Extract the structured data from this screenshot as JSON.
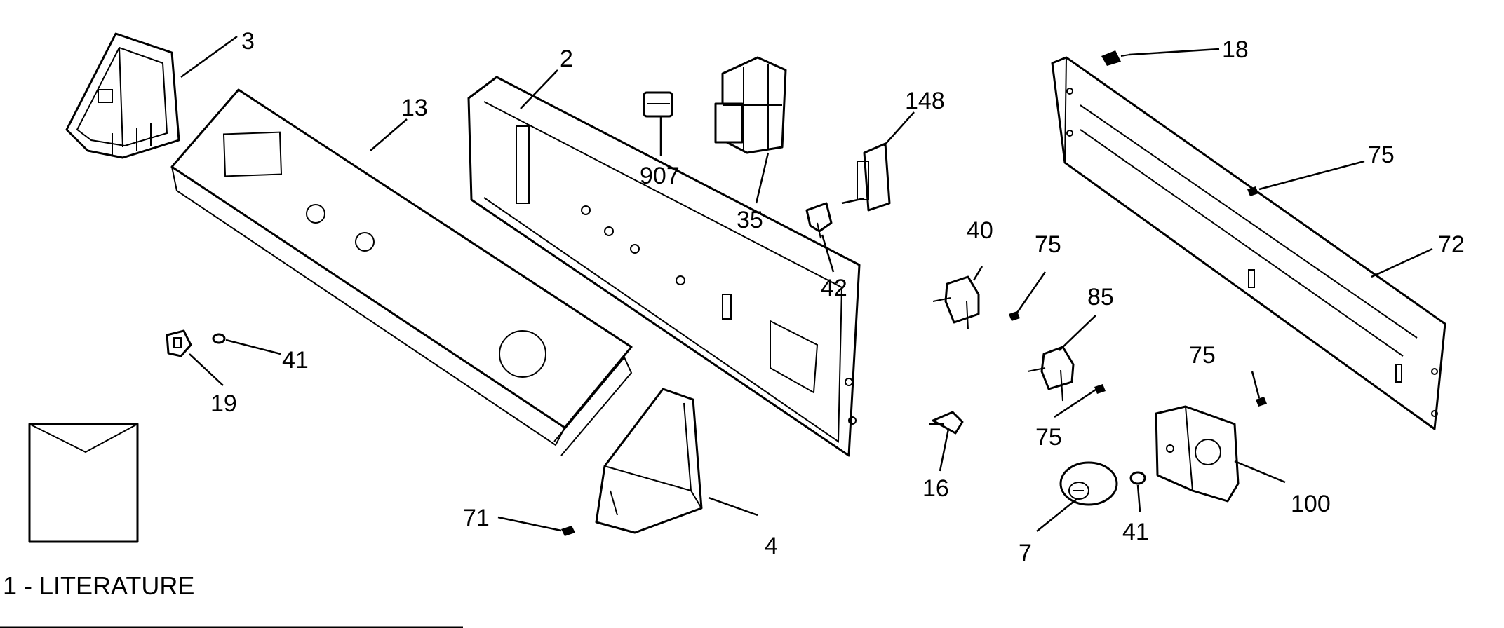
{
  "callouts": {
    "c2": "2",
    "c3": "3",
    "c4": "4",
    "c7": "7",
    "c13": "13",
    "c16": "16",
    "c18": "18",
    "c19": "19",
    "c35": "35",
    "c40": "40",
    "c41a": "41",
    "c41b": "41",
    "c42": "42",
    "c71": "71",
    "c72": "72",
    "c75a": "75",
    "c75b": "75",
    "c75c": "75",
    "c75d": "75",
    "c85": "85",
    "c100": "100",
    "c148": "148",
    "c907": "907"
  },
  "legend": {
    "literature_label": "1 - LITERATURE"
  },
  "colors": {
    "ink": "#000000",
    "background": "#ffffff"
  }
}
